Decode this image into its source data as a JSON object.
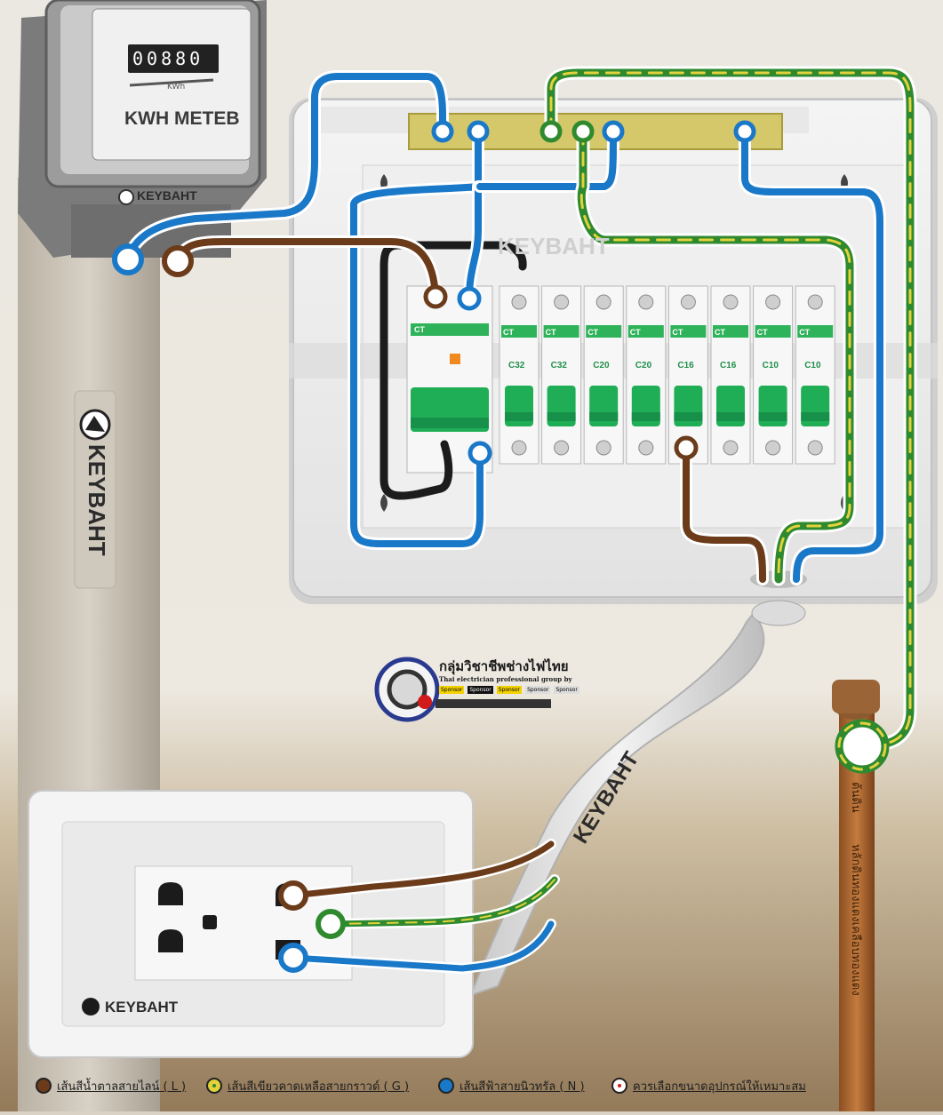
{
  "meter": {
    "label": "KWH METEB",
    "digits": "00880",
    "brand": "KEYBAHT",
    "plate_small": "KWh"
  },
  "pole": {
    "brand": "KEYBAHT"
  },
  "consumer_unit": {
    "watermark": "KEYBAHT",
    "rcbo_brand": "CT",
    "breakers": [
      {
        "brand": "CT",
        "rating": "C32"
      },
      {
        "brand": "CT",
        "rating": "C32"
      },
      {
        "brand": "CT",
        "rating": "C20"
      },
      {
        "brand": "CT",
        "rating": "C20"
      },
      {
        "brand": "CT",
        "rating": "C16"
      },
      {
        "brand": "CT",
        "rating": "C16"
      },
      {
        "brand": "CT",
        "rating": "C10"
      },
      {
        "brand": "CT",
        "rating": "C10"
      }
    ]
  },
  "conduit": {
    "brand": "KEYBAHT"
  },
  "outlet": {
    "brand": "KEYBAHT"
  },
  "ground_rod": {
    "label": "หลักดินทองแดงเคลือบทองแดง",
    "sublabel": "ต้นดิน"
  },
  "group_logo": {
    "title": "กลุ่มวิชาชีพช่างไฟไทย",
    "subtitle": "Thai electrician professional group by",
    "sponsors": [
      "Sponsor",
      "Sponsor",
      "Sponsor",
      "Sponsor",
      "Sponsor"
    ]
  },
  "legend": [
    {
      "text": "เส้นสีน้ำตาลสายไลน์ ( L )",
      "color": "#6b3b1a",
      "ring": "#6b3b1a"
    },
    {
      "text": "เส้นสีเขียวคาดเหลือสายกราวด์ ( G )",
      "color": "#2f8a2f",
      "ring": "#e6d23a"
    },
    {
      "text": "เส้นสีฟ้าสายนิวทรัล ( N )",
      "color": "#1a78c8",
      "ring": "#1a78c8"
    },
    {
      "text": "ควรเลือกขนาดอุปกรณ์ให้เหมาะสม",
      "color": "#ffffff",
      "ring": "#d11a1a"
    }
  ],
  "colors": {
    "line": "#6b3b1a",
    "neutral": "#1a78c8",
    "ground_green": "#2f8a2f",
    "ground_yellow": "#e3d23c",
    "breaker_green": "#1fae55"
  }
}
